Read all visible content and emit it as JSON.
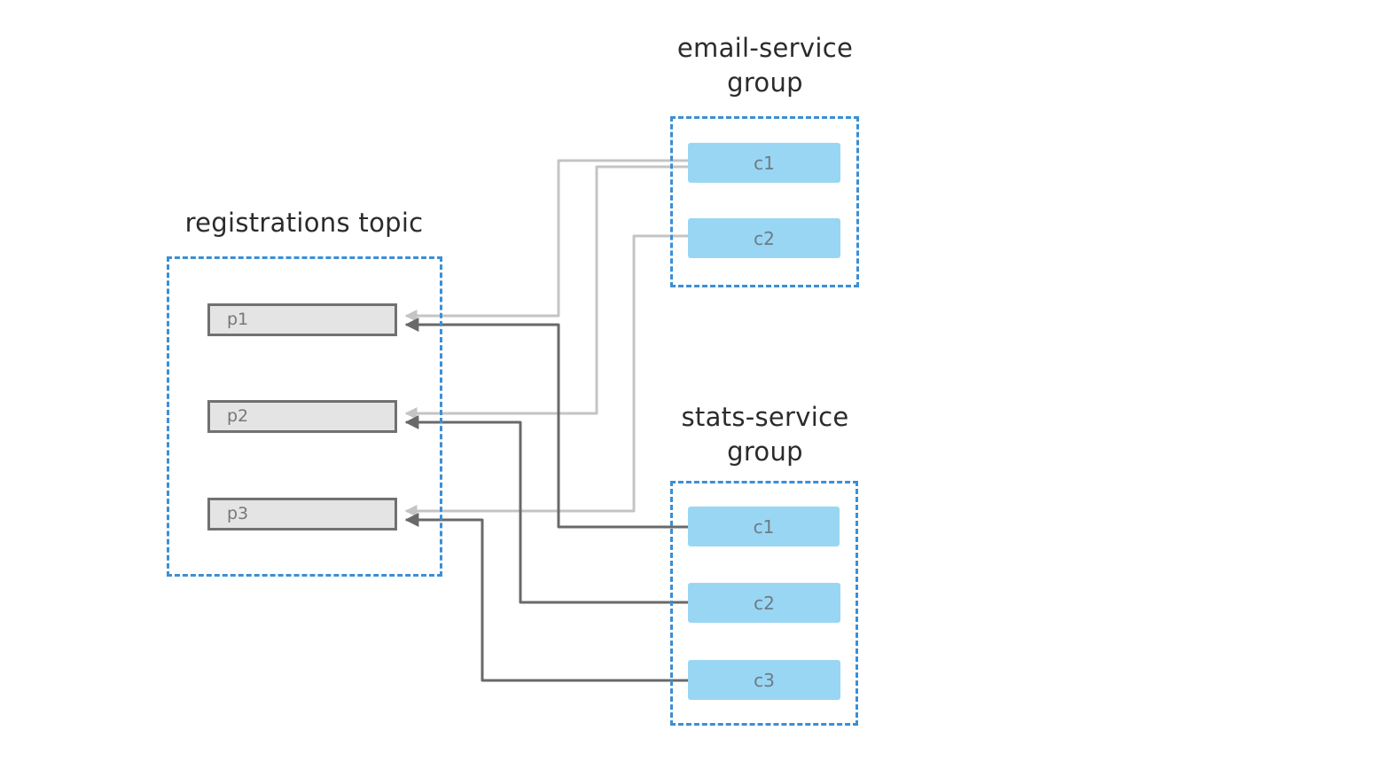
{
  "colors": {
    "group_border": "#3b8fd6",
    "partition_fill": "#e4e4e4",
    "partition_border": "#717171",
    "consumer_fill": "#99d6f4",
    "email_link": "#c4c4c4",
    "stats_link": "#696969"
  },
  "topic": {
    "title": "registrations topic",
    "partitions": [
      {
        "id": "p1",
        "label": "p1"
      },
      {
        "id": "p2",
        "label": "p2"
      },
      {
        "id": "p3",
        "label": "p3"
      }
    ]
  },
  "email_group": {
    "title_line1": "email-service",
    "title_line2": "group",
    "consumers": [
      {
        "id": "c1",
        "label": "c1"
      },
      {
        "id": "c2",
        "label": "c2"
      }
    ]
  },
  "stats_group": {
    "title_line1": "stats-service",
    "title_line2": "group",
    "consumers": [
      {
        "id": "c1",
        "label": "c1"
      },
      {
        "id": "c2",
        "label": "c2"
      },
      {
        "id": "c3",
        "label": "c3"
      }
    ]
  },
  "assignments": {
    "email_group": [
      {
        "consumer": "c1",
        "partitions": [
          "p1",
          "p2"
        ]
      },
      {
        "consumer": "c2",
        "partitions": [
          "p3"
        ]
      }
    ],
    "stats_group": [
      {
        "consumer": "c1",
        "partitions": [
          "p1"
        ]
      },
      {
        "consumer": "c2",
        "partitions": [
          "p2"
        ]
      },
      {
        "consumer": "c3",
        "partitions": [
          "p3"
        ]
      }
    ]
  }
}
